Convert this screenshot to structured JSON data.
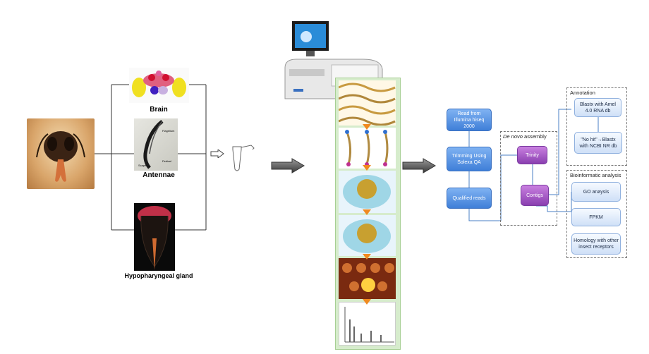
{
  "tissues": {
    "brain": "Brain",
    "antennae": "Antennae",
    "gland": "Hypopharyngeal gland"
  },
  "antenna_parts": {
    "flagellum": "Flagellum",
    "pedicel": "Pedicel",
    "scape": "Scape"
  },
  "pipeline": {
    "reads": "Read from Illumina hiseq 2000",
    "trimming": "Trimming Using Solexa QA",
    "qualified": "Qualified reads",
    "denovo_title_italic": "De novo",
    "denovo_title_rest": " assembly",
    "trinity": "Trinity",
    "contigs": "Contigs",
    "annotation_title": "Annotation",
    "blastx": "Blastx with Amel 4.0 RNA db",
    "nohit": "\"No hit\"→Blastx with NCBI NR db",
    "bioinfo_title": "Bioinformatic analysis",
    "go": "GO anaysis",
    "fpkm": "FPKM",
    "homology": "Homology with other insect receptors"
  },
  "colors": {
    "blue_box": "#4a86db",
    "purple_box": "#9b4fc2",
    "panel_green": "#d6eccc"
  }
}
